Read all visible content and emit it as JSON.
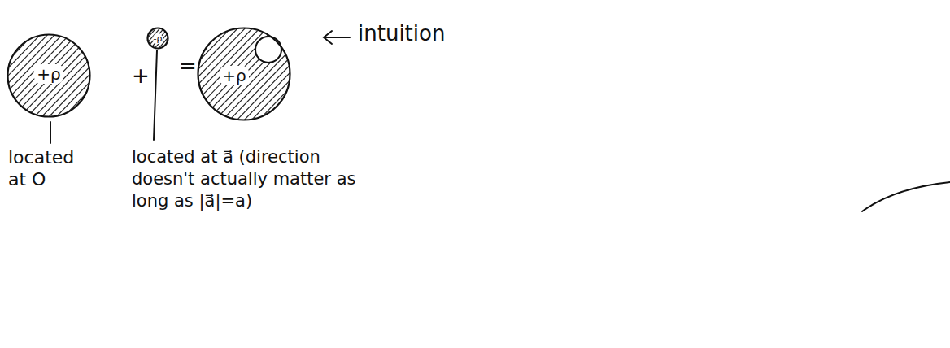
{
  "diagram": {
    "nodes": [
      {
        "text": [
          "+ρ"
        ]
      },
      {
        "text": [
          "-ρ"
        ]
      },
      {
        "text": [
          "+ρ"
        ]
      }
    ],
    "labels": [
      "+",
      "=",
      "intuition",
      "located at O",
      "located at a⃗ (direction doesn't actually matter as long as |a⃗|=a)"
    ]
  }
}
